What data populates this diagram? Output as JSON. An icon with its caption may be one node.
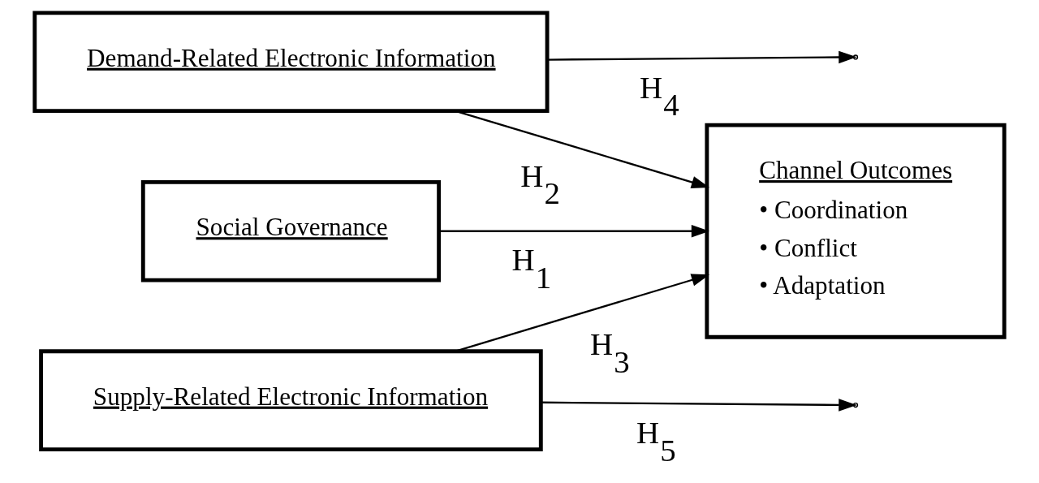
{
  "diagram": {
    "nodes": [
      {
        "text": [
          "Demand-Related Electronic Information"
        ]
      },
      {
        "text": [
          "Social Governance"
        ]
      },
      {
        "text": [
          "Channel Outcomes",
          "• Coordination",
          "• Conflict",
          "• Adaptation"
        ]
      },
      {
        "text": [
          "Supply-Related Electronic Information"
        ]
      }
    ],
    "edges": [
      {
        "from": 1,
        "to": 2,
        "arrow": "to",
        "label": "H$_{1}$"
      },
      {
        "from": 0,
        "to": 2,
        "arrow": "to",
        "label": "H$_{2}$"
      },
      {
        "from": 3,
        "to": 2,
        "arrow": "to",
        "label": "H$_{3}$"
      },
      {
        "from": 0,
        "to": null,
        "arrow": "to",
        "label": "H$_{4}$"
      },
      {
        "from": 3,
        "to": null,
        "arrow": "to",
        "label": "H$_{5}$"
      }
    ]
  }
}
